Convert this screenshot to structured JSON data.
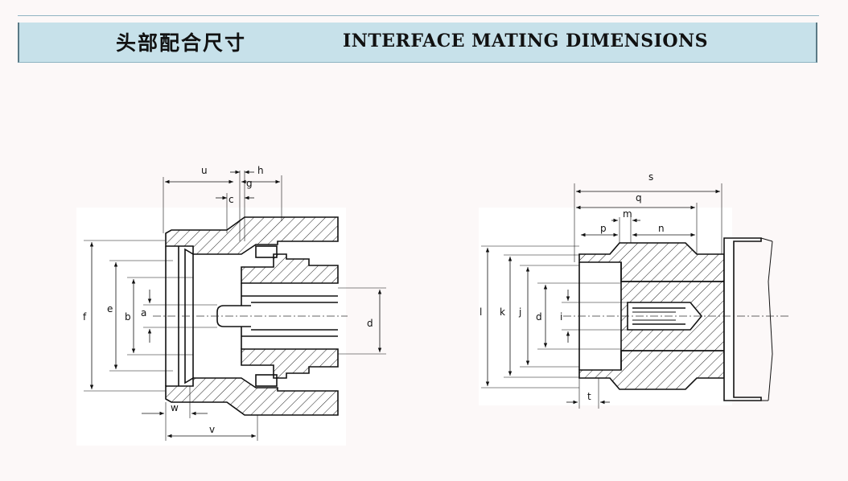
{
  "header": {
    "title_cn": "头部配合尺寸",
    "title_en": "INTERFACE MATING DIMENSIONS"
  },
  "colors": {
    "header_bg": "#c7e1ea",
    "line": "#1a1a1a",
    "background": "#fcf8f8"
  },
  "left_diagram": {
    "labels": {
      "u": "u",
      "h": "h",
      "g": "g",
      "c": "c",
      "f": "f",
      "e": "e",
      "b": "b",
      "a": "a",
      "d": "d",
      "w": "w",
      "v": "v"
    }
  },
  "right_diagram": {
    "labels": {
      "s": "s",
      "q": "q",
      "m": "m",
      "p": "p",
      "n": "n",
      "l": "l",
      "k": "k",
      "j": "j",
      "d": "d",
      "i": "i",
      "t": "t"
    }
  }
}
